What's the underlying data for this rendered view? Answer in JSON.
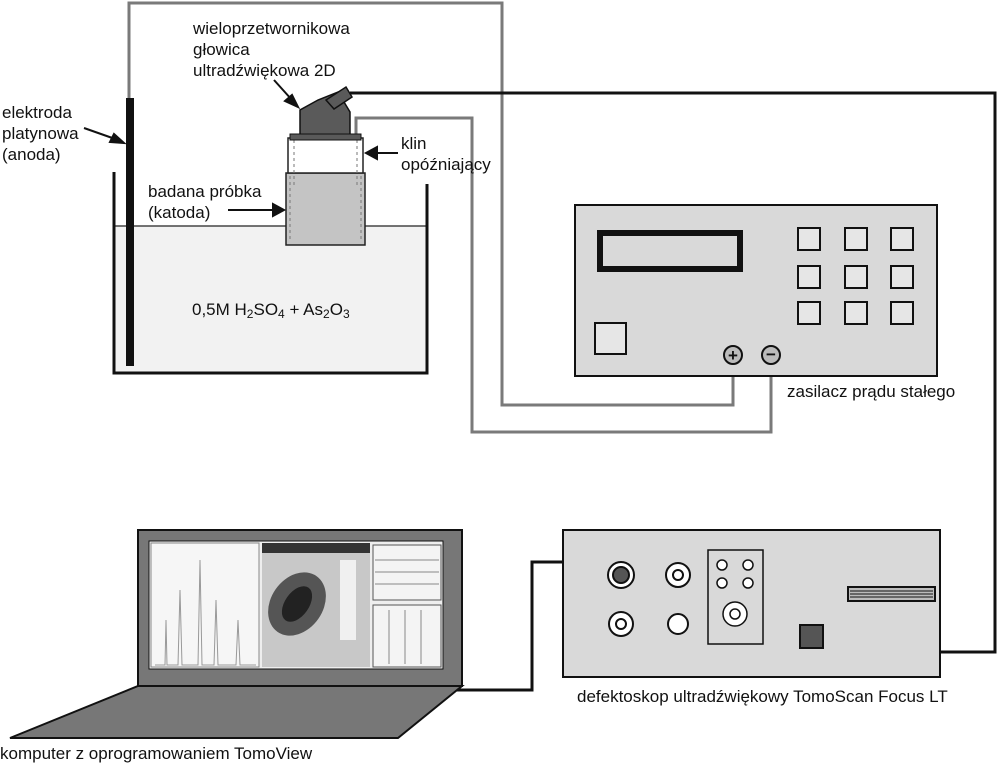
{
  "labels": {
    "head": [
      "wieloprzetwornikowa",
      "głowica",
      "ultradźwiękowa 2D"
    ],
    "electrode": [
      "elektroda",
      "platynowa",
      "(anoda)"
    ],
    "wedge": [
      "klin",
      "opóźniający"
    ],
    "sample": [
      "badana próbka",
      "(katoda)"
    ],
    "power_supply": "zasilacz prądu stałego",
    "flaw_detector": "defektoskop ultradźwiękowy TomoScan Focus LT",
    "computer": "komputer z oprogramowaniem TomoView"
  },
  "electrolyte": {
    "prefix": "0,5M H",
    "sub1": "2",
    "mid1": "SO",
    "sub2": "4",
    "mid2": " + As",
    "sub3": "2",
    "mid3": "O",
    "sub4": "3"
  },
  "terminals": {
    "plus": "+",
    "minus": "−"
  },
  "colors": {
    "device_fill": "#d9d9d9",
    "sample_fill": "#c4c4c4",
    "head_fill": "#5a5a5a",
    "electrolyte_fill": "#f2f2f2",
    "wire_dark": "#111111",
    "wire_gray": "#7a7a7a"
  }
}
